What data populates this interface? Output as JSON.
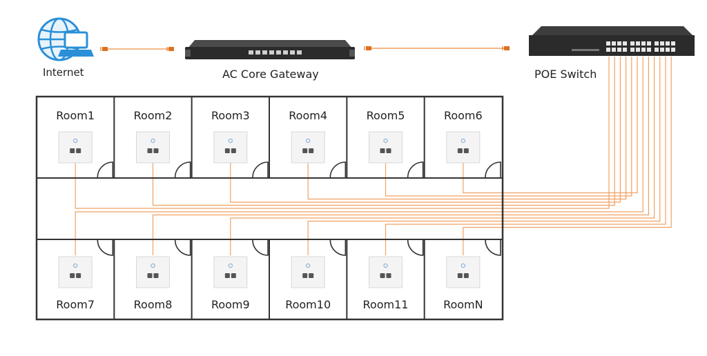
{
  "devices": {
    "internet": {
      "label": "Internet",
      "icon": "globe-laptop-icon"
    },
    "gateway": {
      "label": "AC Core Gateway",
      "icon": "rack-gateway-icon"
    },
    "switch": {
      "label": "POE Switch",
      "icon": "poe-switch-icon"
    }
  },
  "rooms_top": [
    "Room1",
    "Room2",
    "Room3",
    "Room4",
    "Room5",
    "Room6"
  ],
  "rooms_bottom": [
    "Room7",
    "Room8",
    "Room9",
    "Room10",
    "Room11",
    "RoomN"
  ],
  "colors": {
    "cable": "#f0a060",
    "connector": "#e07020",
    "wall": "#333333",
    "globe": "#2a8fd8",
    "device": "#2b2b2b",
    "panel": "#f4f4f4"
  },
  "icons": {
    "panel": "wall-ap-panel-icon",
    "door": "door-swing-icon"
  }
}
